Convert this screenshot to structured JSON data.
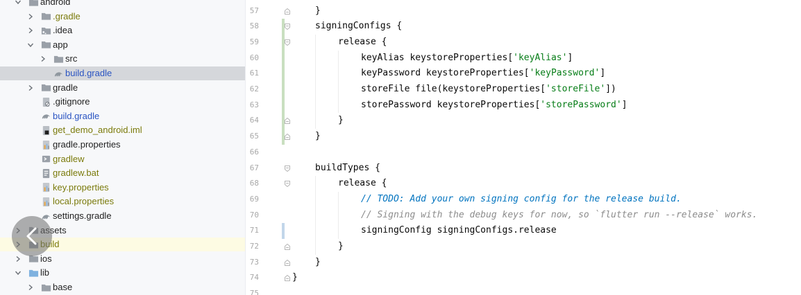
{
  "tree": {
    "items": [
      {
        "label": "android",
        "kind": "folder",
        "expanded": true,
        "depth": 1
      },
      {
        "label": ".gradle",
        "kind": "folder",
        "expanded": false,
        "depth": 2,
        "color": "olive"
      },
      {
        "label": ".idea",
        "kind": "folder-idea",
        "expanded": false,
        "depth": 2
      },
      {
        "label": "app",
        "kind": "folder",
        "expanded": true,
        "depth": 2
      },
      {
        "label": "src",
        "kind": "folder",
        "expanded": false,
        "depth": 3
      },
      {
        "label": "build.gradle",
        "kind": "gradle",
        "depth": 3,
        "color": "blue",
        "selected": true
      },
      {
        "label": "gradle",
        "kind": "folder",
        "expanded": false,
        "depth": 2
      },
      {
        "label": ".gitignore",
        "kind": "gitignore",
        "depth": 2
      },
      {
        "label": "build.gradle",
        "kind": "gradle",
        "depth": 2,
        "color": "blue"
      },
      {
        "label": "get_demo_android.iml",
        "kind": "iml",
        "depth": 2,
        "color": "olive"
      },
      {
        "label": "gradle.properties",
        "kind": "properties",
        "depth": 2
      },
      {
        "label": "gradlew",
        "kind": "script",
        "depth": 2,
        "color": "olive"
      },
      {
        "label": "gradlew.bat",
        "kind": "bat",
        "depth": 2,
        "color": "olive"
      },
      {
        "label": "key.properties",
        "kind": "properties",
        "depth": 2,
        "color": "olive"
      },
      {
        "label": "local.properties",
        "kind": "properties",
        "depth": 2,
        "color": "olive"
      },
      {
        "label": "settings.gradle",
        "kind": "gradle",
        "depth": 2
      },
      {
        "label": "assets",
        "kind": "folder",
        "expanded": false,
        "depth": 1
      },
      {
        "label": "build",
        "kind": "folder",
        "expanded": false,
        "depth": 1,
        "color": "olive",
        "highlight": true
      },
      {
        "label": "ios",
        "kind": "folder",
        "expanded": false,
        "depth": 1
      },
      {
        "label": "lib",
        "kind": "folder-blue",
        "expanded": true,
        "depth": 1
      },
      {
        "label": "base",
        "kind": "folder",
        "expanded": false,
        "depth": 2
      }
    ]
  },
  "editor": {
    "lines": [
      {
        "n": "57",
        "indent": 1,
        "tokens": [
          {
            "t": "}",
            "c": ""
          }
        ]
      },
      {
        "n": "58",
        "indent": 1,
        "tokens": [
          {
            "t": "signingConfigs {",
            "c": ""
          }
        ]
      },
      {
        "n": "59",
        "indent": 2,
        "tokens": [
          {
            "t": "release {",
            "c": ""
          }
        ]
      },
      {
        "n": "60",
        "indent": 3,
        "tokens": [
          {
            "t": "keyAlias keystoreProperties[",
            "c": ""
          },
          {
            "t": "'keyAlias'",
            "c": "str"
          },
          {
            "t": "]",
            "c": ""
          }
        ]
      },
      {
        "n": "61",
        "indent": 3,
        "tokens": [
          {
            "t": "keyPassword keystoreProperties[",
            "c": ""
          },
          {
            "t": "'keyPassword'",
            "c": "str"
          },
          {
            "t": "]",
            "c": ""
          }
        ]
      },
      {
        "n": "62",
        "indent": 3,
        "tokens": [
          {
            "t": "storeFile file(keystoreProperties[",
            "c": ""
          },
          {
            "t": "'storeFile'",
            "c": "str"
          },
          {
            "t": "])",
            "c": ""
          }
        ]
      },
      {
        "n": "63",
        "indent": 3,
        "tokens": [
          {
            "t": "storePassword keystoreProperties[",
            "c": ""
          },
          {
            "t": "'storePassword'",
            "c": "str"
          },
          {
            "t": "]",
            "c": ""
          }
        ]
      },
      {
        "n": "64",
        "indent": 2,
        "tokens": [
          {
            "t": "}",
            "c": ""
          }
        ]
      },
      {
        "n": "65",
        "indent": 1,
        "tokens": [
          {
            "t": "}",
            "c": ""
          }
        ]
      },
      {
        "n": "66",
        "indent": 0,
        "tokens": []
      },
      {
        "n": "67",
        "indent": 1,
        "tokens": [
          {
            "t": "buildTypes {",
            "c": ""
          }
        ]
      },
      {
        "n": "68",
        "indent": 2,
        "tokens": [
          {
            "t": "release {",
            "c": ""
          }
        ]
      },
      {
        "n": "69",
        "indent": 3,
        "tokens": [
          {
            "t": "// TODO: Add your own signing config for the release build.",
            "c": "todo"
          }
        ]
      },
      {
        "n": "70",
        "indent": 3,
        "tokens": [
          {
            "t": "// Signing with the debug keys for now, so `flutter run --release` works.",
            "c": "cmt"
          }
        ]
      },
      {
        "n": "71",
        "indent": 3,
        "tokens": [
          {
            "t": "signingConfig signingConfigs.release",
            "c": ""
          }
        ]
      },
      {
        "n": "72",
        "indent": 2,
        "tokens": [
          {
            "t": "}",
            "c": ""
          }
        ]
      },
      {
        "n": "73",
        "indent": 1,
        "tokens": [
          {
            "t": "}",
            "c": ""
          }
        ]
      },
      {
        "n": "74",
        "indent": 0,
        "tokens": [
          {
            "t": "}",
            "c": ""
          }
        ]
      },
      {
        "n": "75",
        "indent": 0,
        "tokens": []
      }
    ]
  },
  "overlay": {
    "back_icon": "chevron-left-icon"
  }
}
